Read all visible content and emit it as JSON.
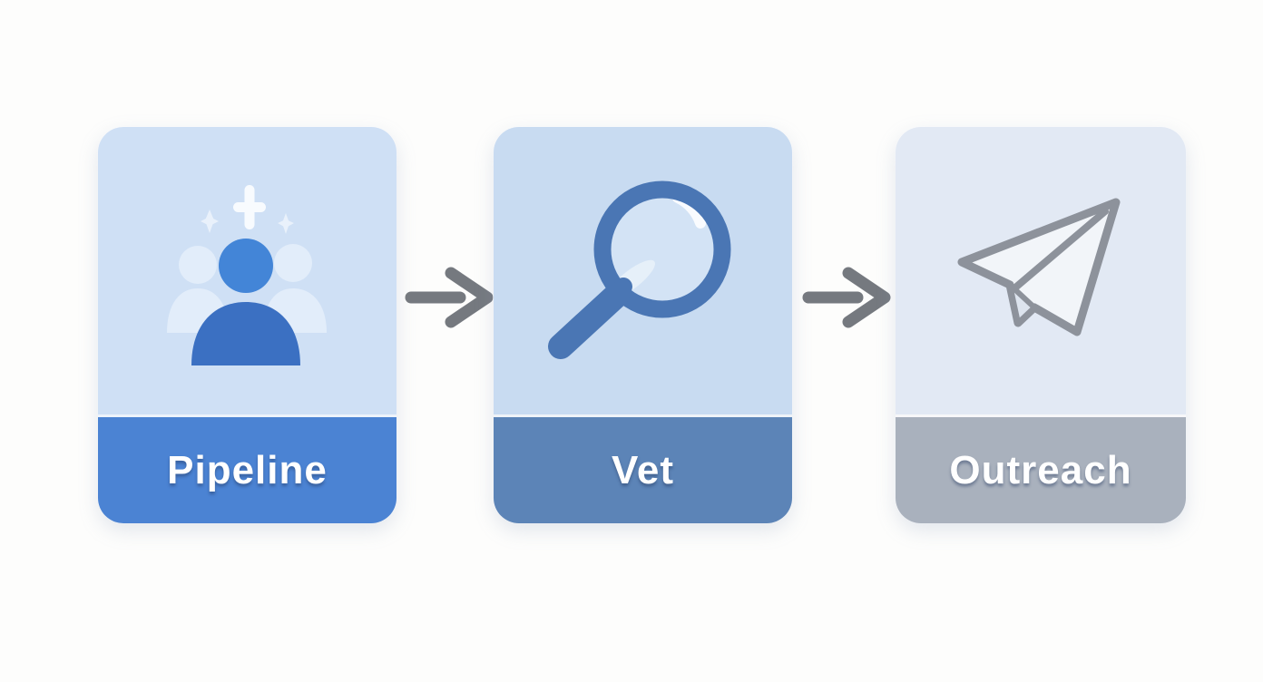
{
  "canvas": {
    "background": "#fdfdfc"
  },
  "flow": {
    "steps": [
      {
        "label": "Pipeline",
        "icon": "people-add-icon",
        "body_color": "#cfe0f5",
        "bar_color": "#4b83d3",
        "icon_colors": {
          "person_head": "#4385d7",
          "person_body": "#3b70c2",
          "background_people": "#e2edfa",
          "sparkles": "#f6fafe"
        }
      },
      {
        "label": "Vet",
        "icon": "magnifier-icon",
        "body_color": "#c8dbf1",
        "bar_color": "#5c84b7",
        "icon_colors": {
          "ring": "#4a76b4",
          "lens": "#d3e3f5",
          "highlight": "#ffffff"
        }
      },
      {
        "label": "Outreach",
        "icon": "paper-plane-icon",
        "body_color": "#e2e9f4",
        "bar_color": "#a9b1bd",
        "icon_colors": {
          "outline": "#8d929b",
          "fill": "#f2f5f9",
          "fold_shade": "#dde4ee"
        }
      }
    ],
    "connector": {
      "icon": "arrow-right-icon",
      "color": "#75797f"
    },
    "label_text_color": "#ffffff"
  }
}
